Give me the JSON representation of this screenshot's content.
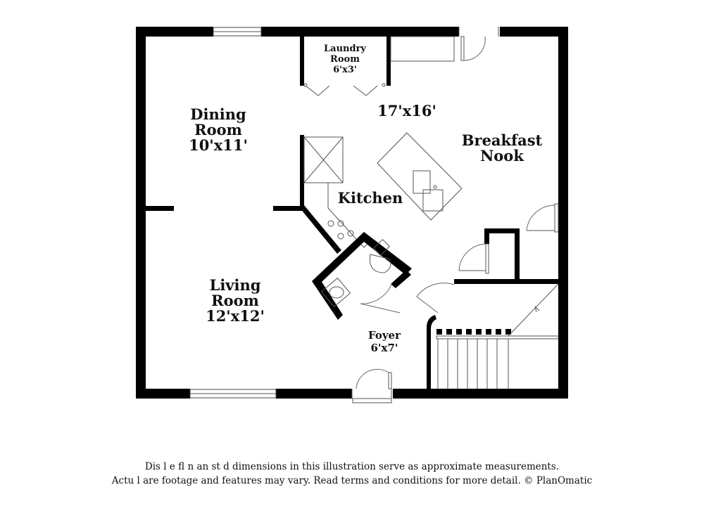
{
  "rooms": {
    "dining": {
      "name_l1": "Dining",
      "name_l2": "Room",
      "size": "10'x11'"
    },
    "living": {
      "name_l1": "Living",
      "name_l2": "Room",
      "size": "12'x12'"
    },
    "laundry": {
      "name_l1": "Laundry",
      "name_l2": "Room",
      "size": "6'x3'"
    },
    "kitchen_area": {
      "size": "17'x16'"
    },
    "kitchen": {
      "name": "Kitchen"
    },
    "breakfast": {
      "name_l1": "Breakfast",
      "name_l2": "Nook"
    },
    "foyer": {
      "name": "Foyer",
      "size": "6'x7'"
    }
  },
  "disclaimer": {
    "line1": "Dis         l  e fl    n  an   st   d dimensions in this illustration serve as approximate measurements.",
    "line2": "Actu   l  are footage and features may vary. Read terms and conditions for more detail. © PlanOmatic"
  }
}
